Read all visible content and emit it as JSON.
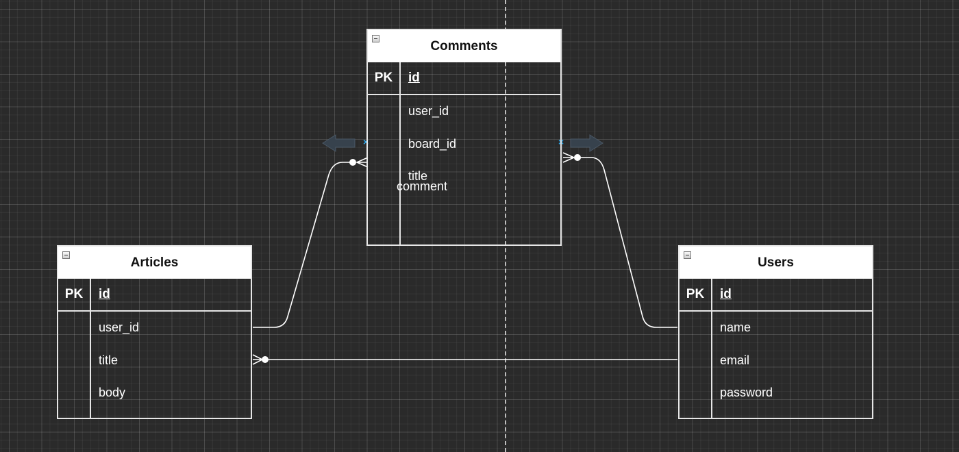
{
  "entities": {
    "comments": {
      "title": "Comments",
      "pk_label": "PK",
      "pk_field": "id",
      "fields": [
        "user_id",
        "board_id",
        "title"
      ],
      "overlay_label": "comment"
    },
    "articles": {
      "title": "Articles",
      "pk_label": "PK",
      "pk_field": "id",
      "fields": [
        "user_id",
        "title",
        "body"
      ]
    },
    "users": {
      "title": "Users",
      "pk_label": "PK",
      "pk_field": "id",
      "fields": [
        "name",
        "email",
        "password"
      ]
    }
  },
  "handles": {
    "x_glyph": "×"
  },
  "colors": {
    "canvas_bg": "#2a2a2a",
    "line": "#ffffff",
    "handle": "#2ea6e8",
    "arrow": "#37424d"
  }
}
